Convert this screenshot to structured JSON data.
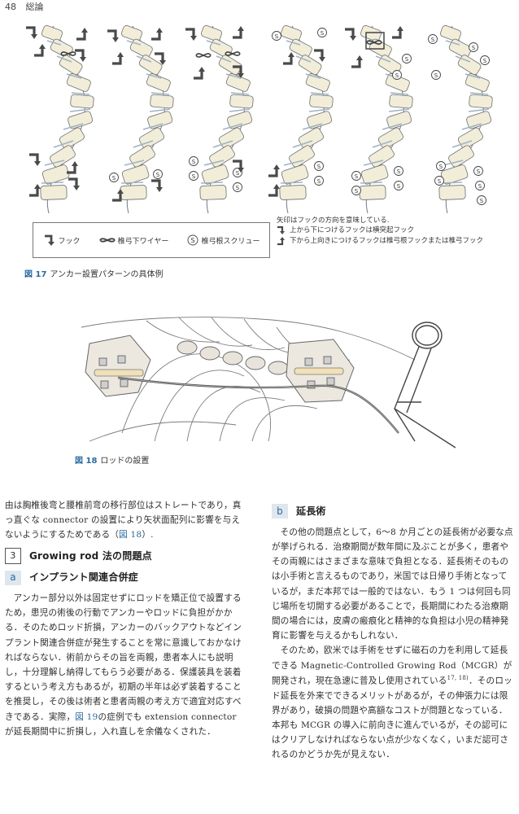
{
  "header": {
    "page_number": "48",
    "section": "総論"
  },
  "fig17": {
    "legend": {
      "hook": "フック",
      "wire": "椎弓下ワイヤー",
      "screw": "椎弓根スクリュー",
      "screw_symbol": "S"
    },
    "note_title": "矢印はフックの方向を意味している.",
    "note_down": "上から下につけるフックは横突起フック",
    "note_up": "下から上向きにつけるフックは椎弓根フックまたは椎弓フック",
    "caption_label": "図 17",
    "caption_text": "アンカー設置パターンの具体例"
  },
  "fig18": {
    "caption_label": "図 18",
    "caption_text": "ロッドの設置"
  },
  "left": {
    "p_intro": "由は胸椎後弯と腰椎前弯の移行部位はストレートであり，真っ直ぐな connector の設置により矢状面配列に影響を与えないようにするためである（",
    "p_intro_ref": "図 18",
    "p_intro_end": "）.",
    "section_num": "3",
    "section_title": "Growing rod 法の問題点",
    "sub_a_badge": "a",
    "sub_a_title": "インプラント関連合併症",
    "p_a1": "アンカー部分以外は固定せずにロッドを矯正位で設置するため，患児の術後の行動でアンカーやロッドに負担がかかる．そのためロッド折損，アンカーのバックアウトなどインプラント関連合併症が発生することを常に意識しておかなければならない．術前からその旨を両親，患者本人にも説明し，十分理解し納得してもらう必要がある．保護装具を装着するという考え方もあるが，初期の半年は必ず装着することを推奨し，その後は術者と患者両親の考え方で適宜対応すべきである．実際，",
    "p_a1_ref": "図 19",
    "p_a1_end": "の症例でも extension connector が延長期間中に折損し，入れ直しを余儀なくされた．"
  },
  "right": {
    "sub_b_badge": "b",
    "sub_b_title": "延長術",
    "p_b1": "その他の問題点として，6～8 か月ごとの延長術が必要な点が挙げられる．治療期間が数年間に及ぶことが多く，患者やその両親にはさまざまな意味で負担となる．延長術そのものは小手術と言えるものであり，米国では日帰り手術となっているが，まだ本邦では一般的ではない．もう 1 つは何回も同じ場所を切開する必要があることで，長期間にわたる治療期間の場合には，皮膚の瘢痕化と精神的な負担は小児の精神発育に影響を与えるかもしれない．",
    "p_b2": "そのため，欧米では手術をせずに磁石の力を利用して延長できる Magnetic-Controlled Growing Rod（MCGR）が開発され，現在急速に普及し使用されている",
    "p_b2_sup": "17, 18)",
    "p_b2_end": "．そのロッド延長を外来でできるメリットがあるが，その伸張力には限界があり，破損の問題や高額なコストが問題となっている．本邦も MCGR の導入に前向きに進んでいるが，その認可にはクリアしなければならない点が少なくなく，いまだ認可されるのかどうか先が見えない．"
  }
}
